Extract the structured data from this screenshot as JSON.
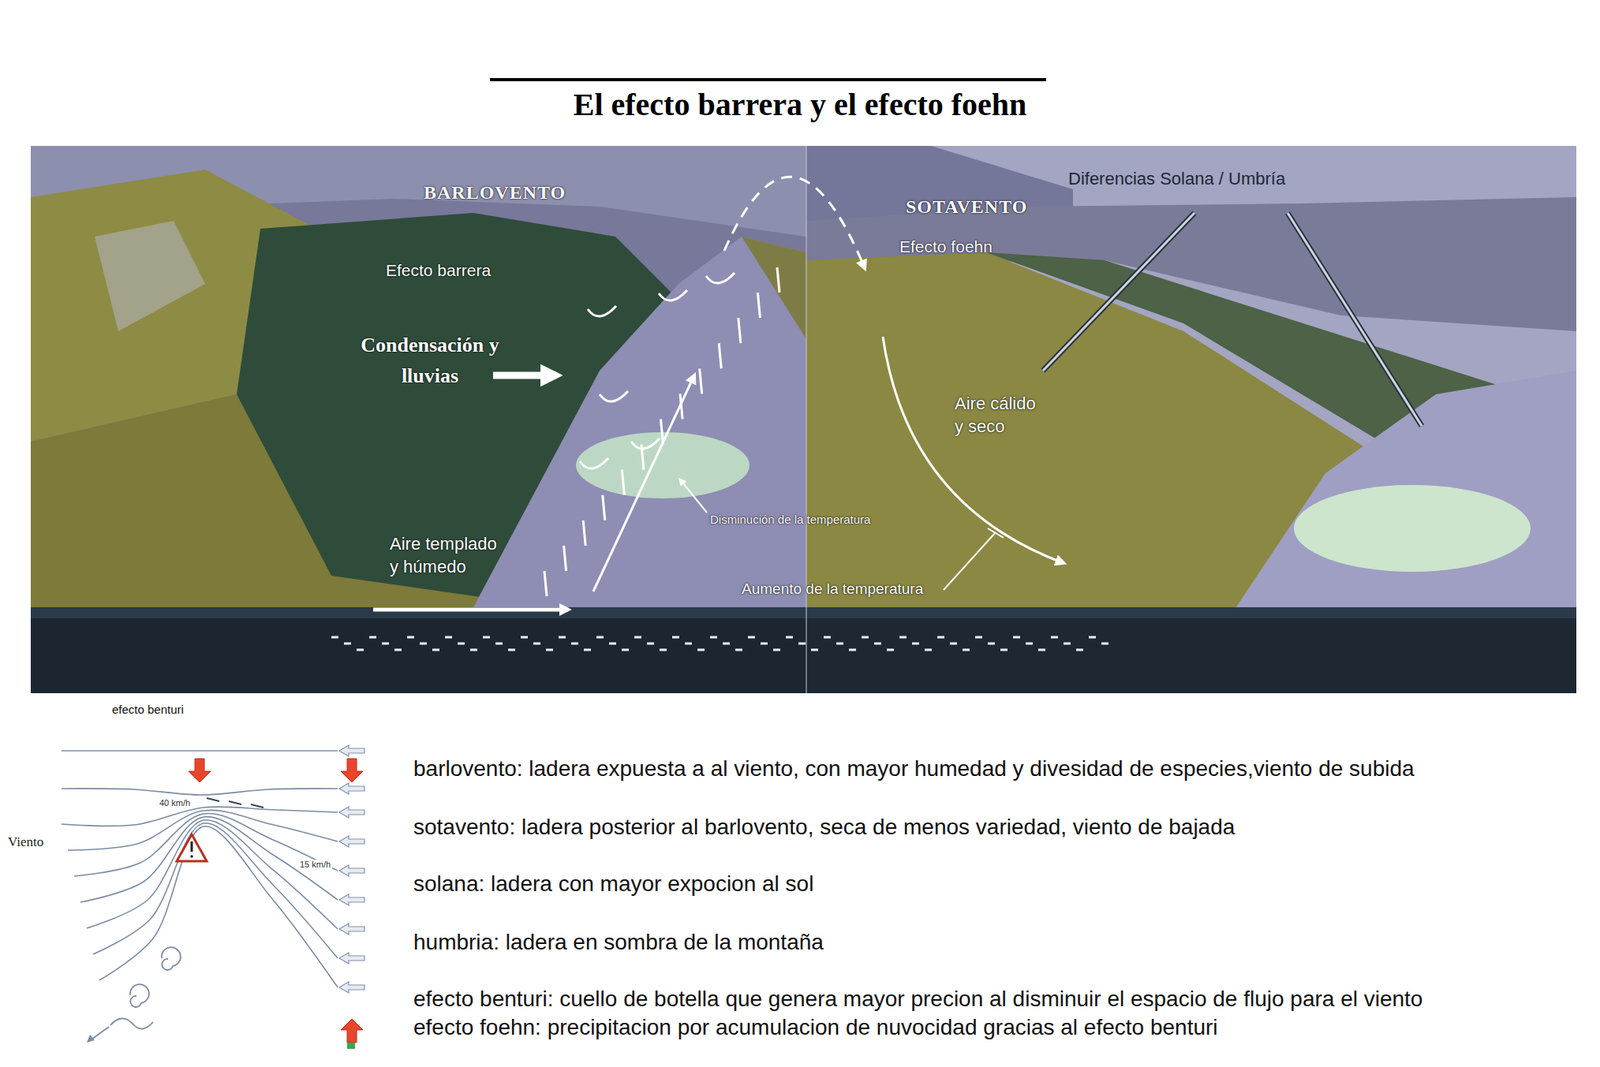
{
  "diagram": {
    "title": "El efecto barrera y el efecto foehn",
    "labels": [
      "BARLOVENTO",
      "Diferencias Solana / Umbría",
      "SOTAVENTO",
      "Efecto barrera",
      "Efecto foehn",
      "Condensación y lluvias",
      "Aire cálido y seco",
      "Disminución de la temperatura",
      "Aire templado y húmedo",
      "Aumento de la temperatura",
      "efecto benturi",
      "40 km/h",
      "Viento",
      "15 km/h",
      "barlovento: ladera expuesta a al viento, con mayor humedad y divesidad de especies,viento de subida",
      "sotavento: ladera posterior al barlovento, seca de menos variedad, viento de bajada",
      "solana: ladera con mayor expocion al sol",
      "humbria: ladera en sombra de la montaña",
      "efecto benturi: cuello de botella que genera mayor precion al disminuir el espacio de flujo para el viento",
      "efecto foehn: precipitacion por acumulacion de nuvocidad gracias al efecto benturi"
    ]
  }
}
